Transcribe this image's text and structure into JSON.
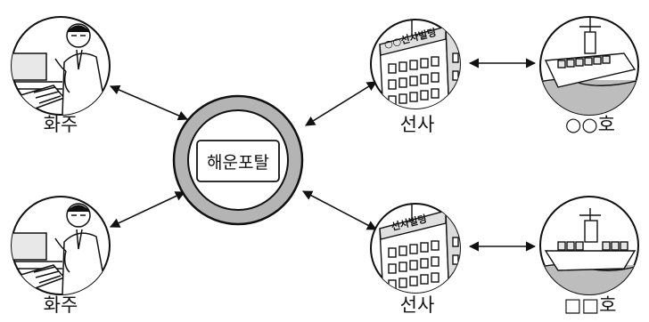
{
  "hub": {
    "label": "해운포탈"
  },
  "shippers": [
    {
      "label": "화주",
      "icon": "shipper-at-computer-icon"
    },
    {
      "label": "화주",
      "icon": "shipper-at-computer-icon"
    }
  ],
  "carriers": [
    {
      "label": "선사",
      "icon": "shipping-company-building-icon",
      "sign_text": "○○선사빌딩"
    },
    {
      "label": "선사",
      "icon": "shipping-company-building-icon",
      "sign_text": "선사빌딩"
    }
  ],
  "vessels": [
    {
      "label": "○○호",
      "icon": "cargo-ship-icon"
    },
    {
      "label": "□□호",
      "icon": "cargo-ship-icon"
    }
  ],
  "colors": {
    "hub_ring": "#b4b4b4",
    "line": "#111111",
    "background": "#ffffff"
  }
}
